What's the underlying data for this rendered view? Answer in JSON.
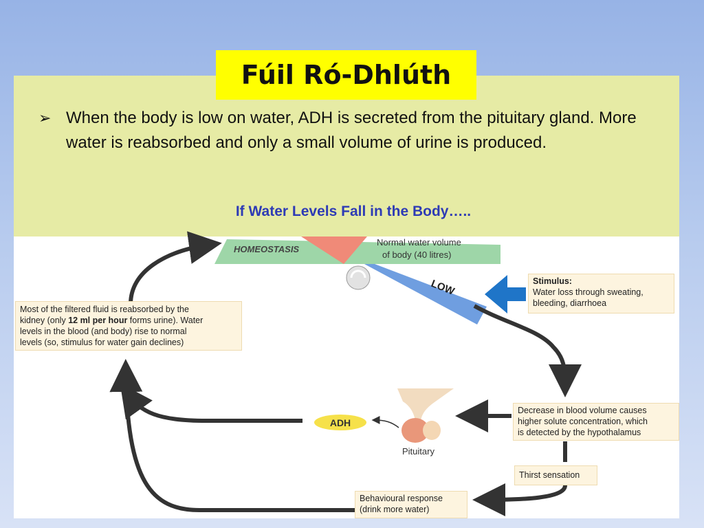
{
  "title": "Fúil Ró-Dhlúth",
  "bullet": {
    "marker": "➢",
    "text": "When the body is low on water, ADH is secreted from the pituitary gland. More water is reabsorbed and only a small volume of urine is produced."
  },
  "section_heading": "If Water Levels Fall in the Body…..",
  "diagram": {
    "homeostasis_label": "HOMEOSTASIS",
    "normal_volume_line1": "Normal water volume",
    "normal_volume_line2": "of body (40 litres)",
    "low_label": "LOW",
    "stimulus": {
      "heading": "Stimulus:",
      "line1": "Water loss through sweating,",
      "line2": "bleeding, diarrhoea"
    },
    "reabsorption": {
      "line1": "Most of the filtered fluid is reabsorbed by the",
      "line2_pre": "kidney (only ",
      "line2_bold": "12 ml per hour",
      "line2_post": " forms urine). Water",
      "line3": "levels in the blood (and body) rise to normal",
      "line4": "levels (so, stimulus for water gain declines)"
    },
    "decrease": {
      "line1": "Decrease in blood volume causes",
      "line2": "higher solute concentration, which",
      "line3": "is detected by the hypothalamus"
    },
    "adh_label": "ADH",
    "pituitary_label": "Pituitary",
    "thirst_label": "Thirst sensation",
    "behaviour": {
      "line1": "Behavioural response",
      "line2": "(drink more water)"
    },
    "colors": {
      "homeostasis_bar": "#9ed6a8",
      "high_wedge": "#f08a78",
      "low_bar": "#6f9ee0",
      "stimulus_arrow": "#1f75c8",
      "cycle_arrow": "#333333"
    }
  }
}
